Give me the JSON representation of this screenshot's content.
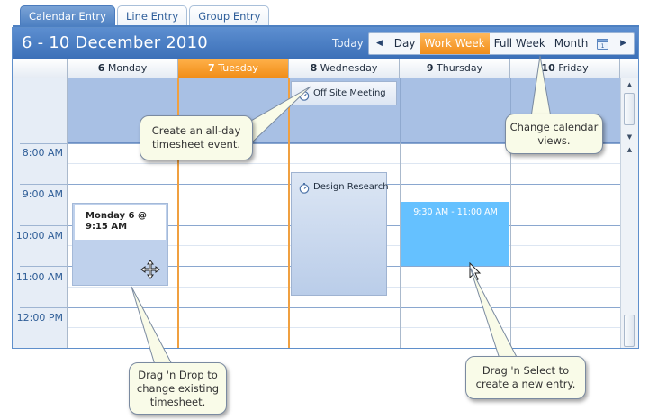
{
  "tabs": [
    {
      "label": "Calendar Entry",
      "active": true
    },
    {
      "label": "Line Entry",
      "active": false
    },
    {
      "label": "Group Entry",
      "active": false
    }
  ],
  "header": {
    "date_range": "6 - 10 December 2010",
    "today_label": "Today",
    "prev_icon": "prev-arrow-icon",
    "next_icon": "next-arrow-icon",
    "views": [
      {
        "label": "Day",
        "active": false
      },
      {
        "label": "Work Week",
        "active": true
      },
      {
        "label": "Full Week",
        "active": false
      },
      {
        "label": "Month",
        "active": false
      }
    ],
    "calendar_picker_icon": "calendar-icon"
  },
  "days": [
    {
      "num": "6",
      "name": "Monday",
      "today": false
    },
    {
      "num": "7",
      "name": "Tuesday",
      "today": true
    },
    {
      "num": "8",
      "name": "Wednesday",
      "today": false
    },
    {
      "num": "9",
      "name": "Thursday",
      "today": false
    },
    {
      "num": "10",
      "name": "Friday",
      "today": false
    }
  ],
  "time_labels": [
    "8:00 AM",
    "9:00 AM",
    "10:00 AM",
    "11:00 AM",
    "12:00 PM"
  ],
  "events": {
    "offsite": {
      "title": "Off Site Meeting",
      "icon": "stopwatch-icon"
    },
    "design": {
      "title": "Design Research",
      "icon": "stopwatch-icon"
    },
    "drag_label": [
      "Monday 6 @",
      "9:15 AM"
    ],
    "selection": "9:30 AM - 11:00 AM"
  },
  "callouts": {
    "allday": [
      "Create an all-day",
      "timesheet event."
    ],
    "views": [
      "Change calendar",
      "views."
    ],
    "drag": [
      "Drag 'n Drop to",
      "change existing",
      "timesheet."
    ],
    "select": [
      "Drag 'n Select to",
      "create a new entry."
    ]
  },
  "colors": {
    "accent": "#4d80c2",
    "today": "#f08c16",
    "allday_band": "#a8c0e4",
    "selection": "#65c1ff"
  }
}
